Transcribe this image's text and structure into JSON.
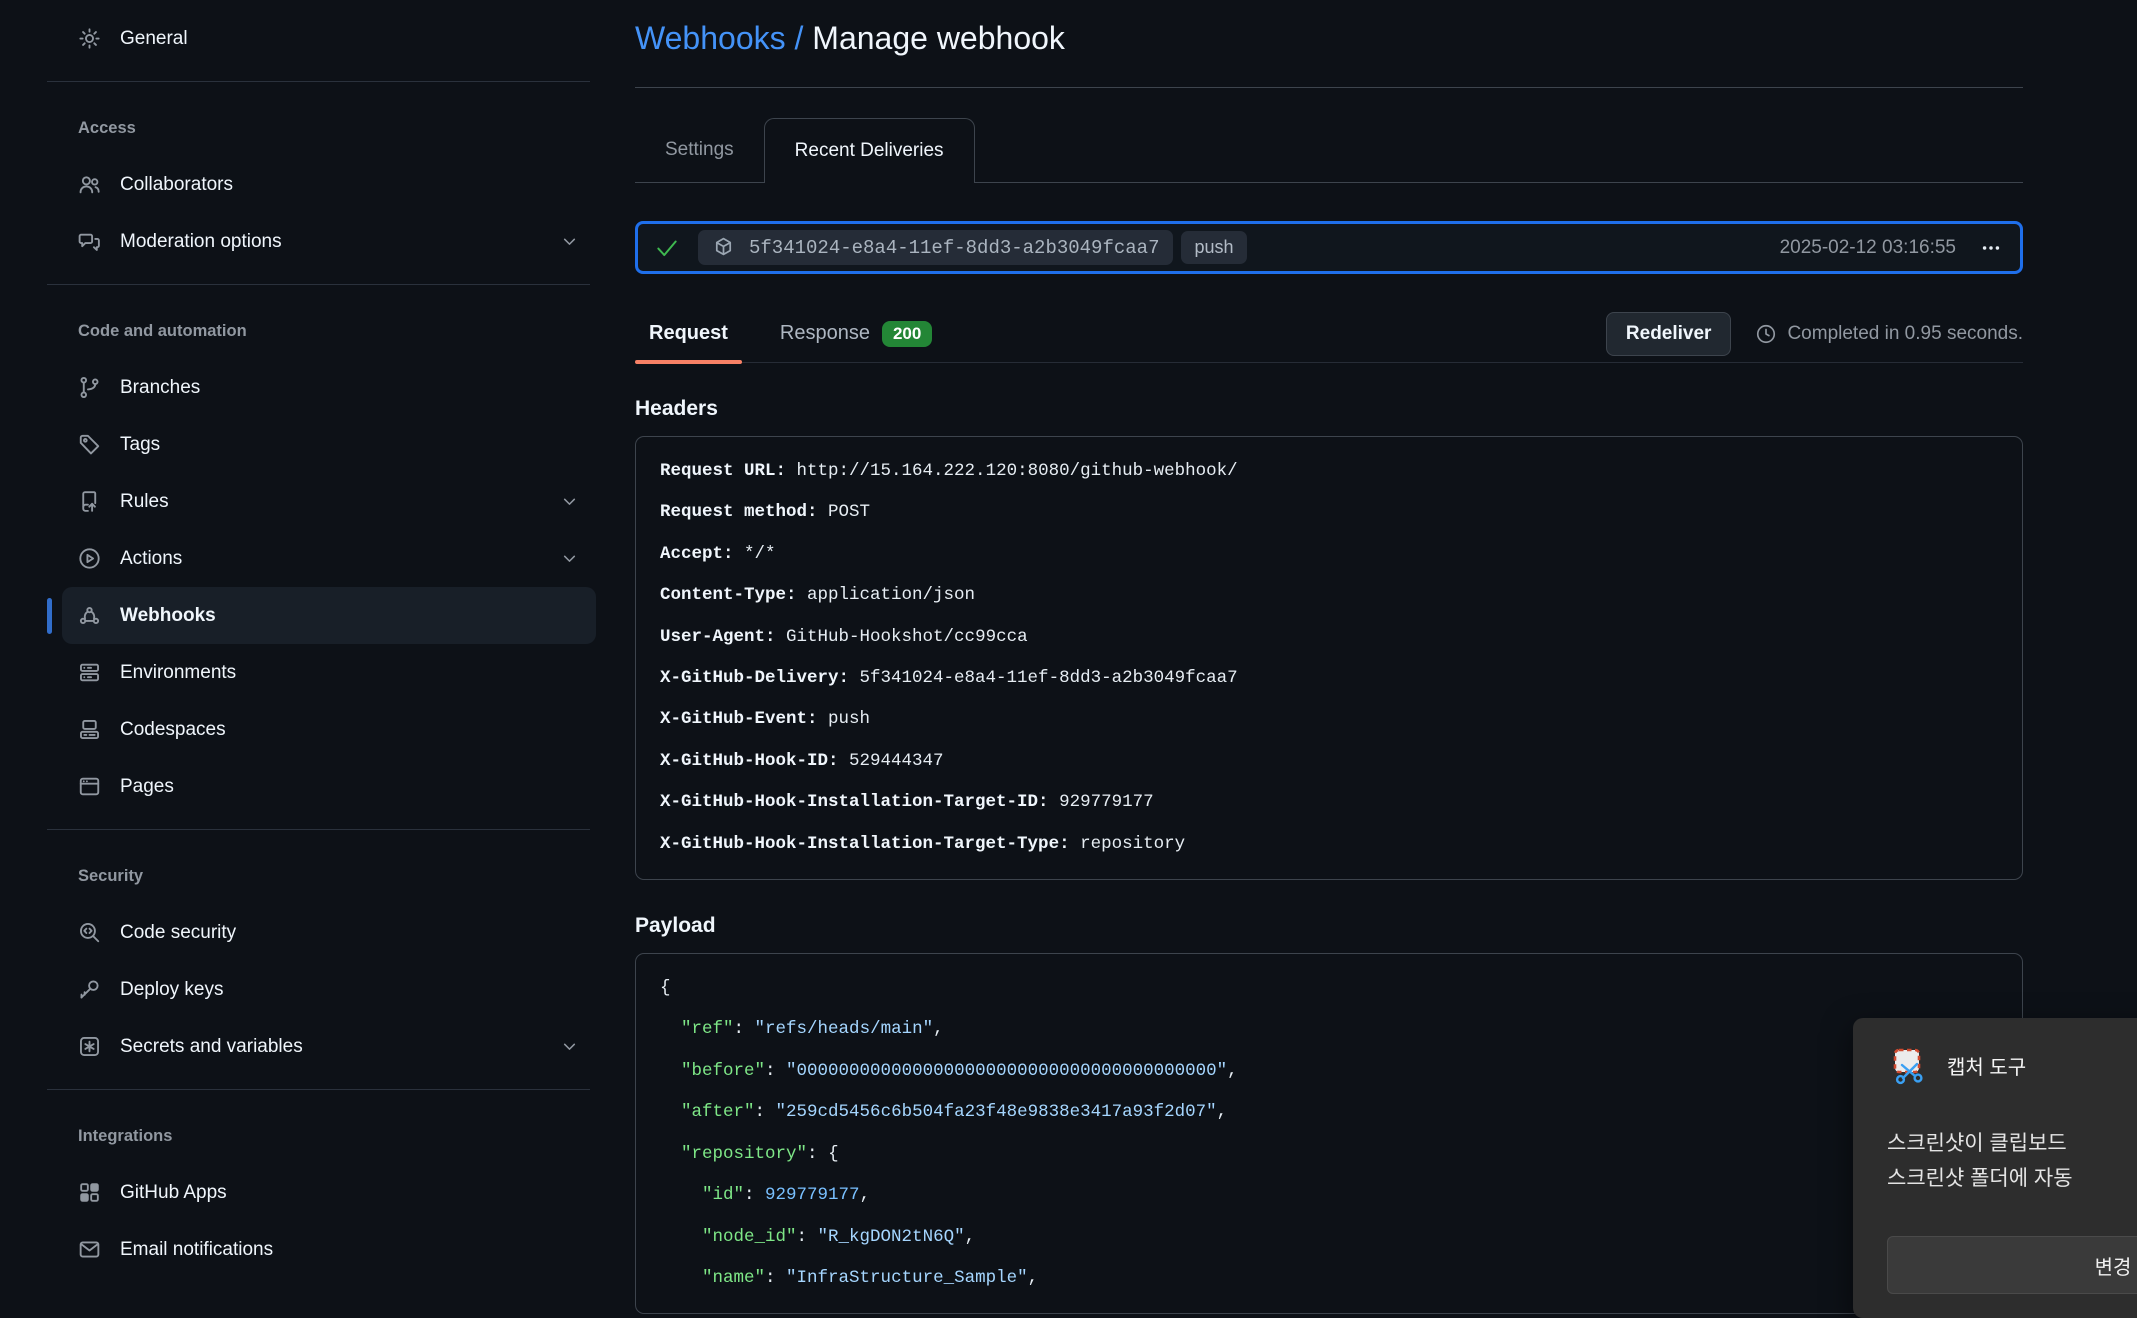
{
  "sidebar": {
    "sections": [
      {
        "label": "",
        "items": [
          {
            "label": "General",
            "icon": "gear",
            "chevron": false,
            "selected": false
          }
        ]
      },
      {
        "label": "Access",
        "items": [
          {
            "label": "Collaborators",
            "icon": "people",
            "chevron": false,
            "selected": false
          },
          {
            "label": "Moderation options",
            "icon": "comment-discussion",
            "chevron": true,
            "selected": false
          }
        ]
      },
      {
        "label": "Code and automation",
        "items": [
          {
            "label": "Branches",
            "icon": "git-branch",
            "chevron": false,
            "selected": false
          },
          {
            "label": "Tags",
            "icon": "tag",
            "chevron": false,
            "selected": false
          },
          {
            "label": "Rules",
            "icon": "repo-push",
            "chevron": true,
            "selected": false
          },
          {
            "label": "Actions",
            "icon": "play",
            "chevron": true,
            "selected": false
          },
          {
            "label": "Webhooks",
            "icon": "webhook",
            "chevron": false,
            "selected": true
          },
          {
            "label": "Environments",
            "icon": "server",
            "chevron": false,
            "selected": false
          },
          {
            "label": "Codespaces",
            "icon": "codespaces",
            "chevron": false,
            "selected": false
          },
          {
            "label": "Pages",
            "icon": "browser",
            "chevron": false,
            "selected": false
          }
        ]
      },
      {
        "label": "Security",
        "items": [
          {
            "label": "Code security",
            "icon": "codescan",
            "chevron": false,
            "selected": false
          },
          {
            "label": "Deploy keys",
            "icon": "key",
            "chevron": false,
            "selected": false
          },
          {
            "label": "Secrets and variables",
            "icon": "asterisk-box",
            "chevron": true,
            "selected": false
          }
        ]
      },
      {
        "label": "Integrations",
        "items": [
          {
            "label": "GitHub Apps",
            "icon": "apps",
            "chevron": false,
            "selected": false
          },
          {
            "label": "Email notifications",
            "icon": "mail",
            "chevron": false,
            "selected": false
          }
        ]
      }
    ]
  },
  "header": {
    "link": "Webhooks",
    "separator": "/",
    "current": "Manage webhook"
  },
  "tabs": [
    {
      "label": "Settings",
      "active": false
    },
    {
      "label": "Recent Deliveries",
      "active": true
    }
  ],
  "delivery": {
    "guid": "5f341024-e8a4-11ef-8dd3-a2b3049fcaa7",
    "event": "push",
    "timestamp": "2025-02-12 03:16:55"
  },
  "detail": {
    "tabs": [
      {
        "label": "Request",
        "badge": "",
        "active": true
      },
      {
        "label": "Response",
        "badge": "200",
        "active": false
      }
    ],
    "redeliver_label": "Redeliver",
    "completed_text": "Completed in 0.95 seconds."
  },
  "headers_section": {
    "title": "Headers",
    "rows": [
      {
        "key": "Request URL:",
        "value": "http://15.164.222.120:8080/github-webhook/"
      },
      {
        "key": "Request method:",
        "value": "POST"
      },
      {
        "key": "Accept:",
        "value": "*/*"
      },
      {
        "key": "Content-Type:",
        "value": "application/json"
      },
      {
        "key": "User-Agent:",
        "value": "GitHub-Hookshot/cc99cca"
      },
      {
        "key": "X-GitHub-Delivery:",
        "value": "5f341024-e8a4-11ef-8dd3-a2b3049fcaa7"
      },
      {
        "key": "X-GitHub-Event:",
        "value": "push"
      },
      {
        "key": "X-GitHub-Hook-ID:",
        "value": "529444347"
      },
      {
        "key": "X-GitHub-Hook-Installation-Target-ID:",
        "value": "929779177"
      },
      {
        "key": "X-GitHub-Hook-Installation-Target-Type:",
        "value": "repository"
      }
    ]
  },
  "payload_section": {
    "title": "Payload",
    "lines": [
      {
        "indent": 0,
        "tokens": [
          {
            "t": "{",
            "y": "plain"
          }
        ]
      },
      {
        "indent": 1,
        "tokens": [
          {
            "t": "\"ref\"",
            "y": "key"
          },
          {
            "t": ": ",
            "y": "plain"
          },
          {
            "t": "\"refs/heads/main\"",
            "y": "str"
          },
          {
            "t": ",",
            "y": "plain"
          }
        ]
      },
      {
        "indent": 1,
        "tokens": [
          {
            "t": "\"before\"",
            "y": "key"
          },
          {
            "t": ": ",
            "y": "plain"
          },
          {
            "t": "\"0000000000000000000000000000000000000000\"",
            "y": "str"
          },
          {
            "t": ",",
            "y": "plain"
          }
        ]
      },
      {
        "indent": 1,
        "tokens": [
          {
            "t": "\"after\"",
            "y": "key"
          },
          {
            "t": ": ",
            "y": "plain"
          },
          {
            "t": "\"259cd5456c6b504fa23f48e9838e3417a93f2d07\"",
            "y": "str"
          },
          {
            "t": ",",
            "y": "plain"
          }
        ]
      },
      {
        "indent": 1,
        "tokens": [
          {
            "t": "\"repository\"",
            "y": "key"
          },
          {
            "t": ": ",
            "y": "plain"
          },
          {
            "t": "{",
            "y": "plain"
          }
        ]
      },
      {
        "indent": 2,
        "tokens": [
          {
            "t": "\"id\"",
            "y": "key"
          },
          {
            "t": ": ",
            "y": "plain"
          },
          {
            "t": "929779177",
            "y": "num"
          },
          {
            "t": ",",
            "y": "plain"
          }
        ]
      },
      {
        "indent": 2,
        "tokens": [
          {
            "t": "\"node_id\"",
            "y": "key"
          },
          {
            "t": ": ",
            "y": "plain"
          },
          {
            "t": "\"R_kgDON2tN6Q\"",
            "y": "str"
          },
          {
            "t": ",",
            "y": "plain"
          }
        ]
      },
      {
        "indent": 2,
        "tokens": [
          {
            "t": "\"name\"",
            "y": "key"
          },
          {
            "t": ": ",
            "y": "plain"
          },
          {
            "t": "\"InfraStructure_Sample\"",
            "y": "str"
          },
          {
            "t": ",",
            "y": "plain"
          }
        ]
      }
    ]
  },
  "toast": {
    "app_title": "캡처 도구",
    "body_line1": "스크린샷이 클립보드",
    "body_line2": "스크린샷 폴더에 자동",
    "button_label": "변경"
  }
}
